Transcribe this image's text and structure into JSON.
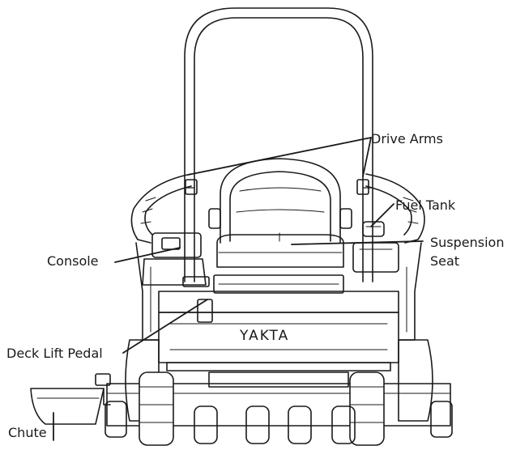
{
  "brand": "YAKTA",
  "labels": {
    "drive_arms": "Drive Arms",
    "fuel_tank": "Fuel Tank",
    "suspension_seat_1": "Suspension",
    "suspension_seat_2": "Seat",
    "console": "Console",
    "deck_lift_pedal": "Deck Lift Pedal",
    "chute": "Chute"
  },
  "colors": {
    "line": "#1a1a1a",
    "fill": "#ffffff"
  }
}
